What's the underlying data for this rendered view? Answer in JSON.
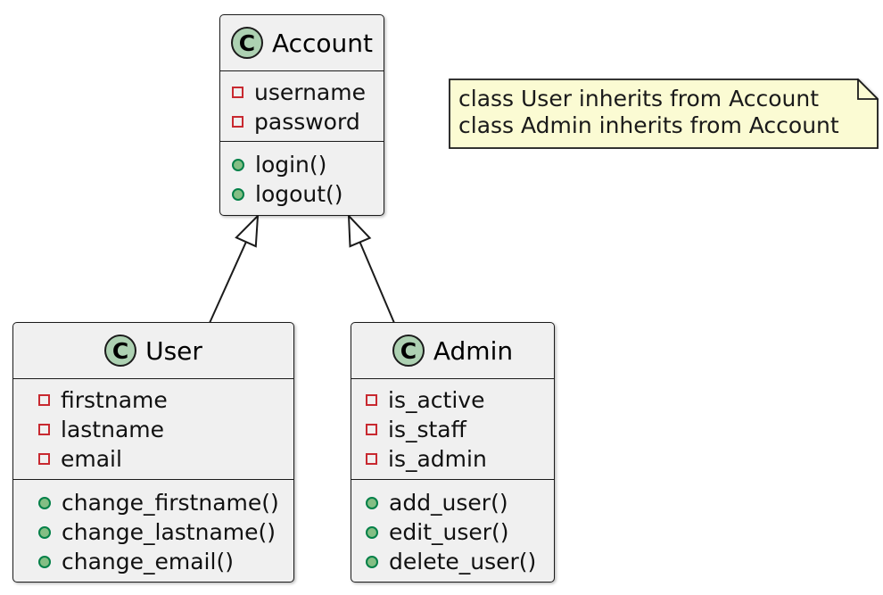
{
  "diagram": {
    "type": "uml-class-diagram",
    "classes": [
      {
        "id": "account",
        "stereotype_letter": "C",
        "name": "Account",
        "attributes": [
          "username",
          "password"
        ],
        "methods": [
          "login()",
          "logout()"
        ]
      },
      {
        "id": "user",
        "stereotype_letter": "C",
        "name": "User",
        "attributes": [
          "firstname",
          "lastname",
          "email"
        ],
        "methods": [
          "change_firstname()",
          "change_lastname()",
          "change_email()"
        ]
      },
      {
        "id": "admin",
        "stereotype_letter": "C",
        "name": "Admin",
        "attributes": [
          "is_active",
          "is_staff",
          "is_admin"
        ],
        "methods": [
          "add_user()",
          "edit_user()",
          "delete_user()"
        ]
      }
    ],
    "relations": [
      {
        "from": "User",
        "to": "Account",
        "type": "inheritance"
      },
      {
        "from": "Admin",
        "to": "Account",
        "type": "inheritance"
      }
    ],
    "note": {
      "lines": [
        "class User inherits from Account",
        "class Admin inherits from Account"
      ]
    },
    "colors": {
      "class_background": "#F0F0F0",
      "class_border": "#1B1B1B",
      "stereotype_circle_fill": "#ADD1B2",
      "field_icon_border": "#C82930",
      "method_icon_fill": "#84BE84",
      "method_icon_border": "#038048",
      "note_background": "#FBFBD3",
      "canvas_background": "#FFFFFF"
    }
  }
}
